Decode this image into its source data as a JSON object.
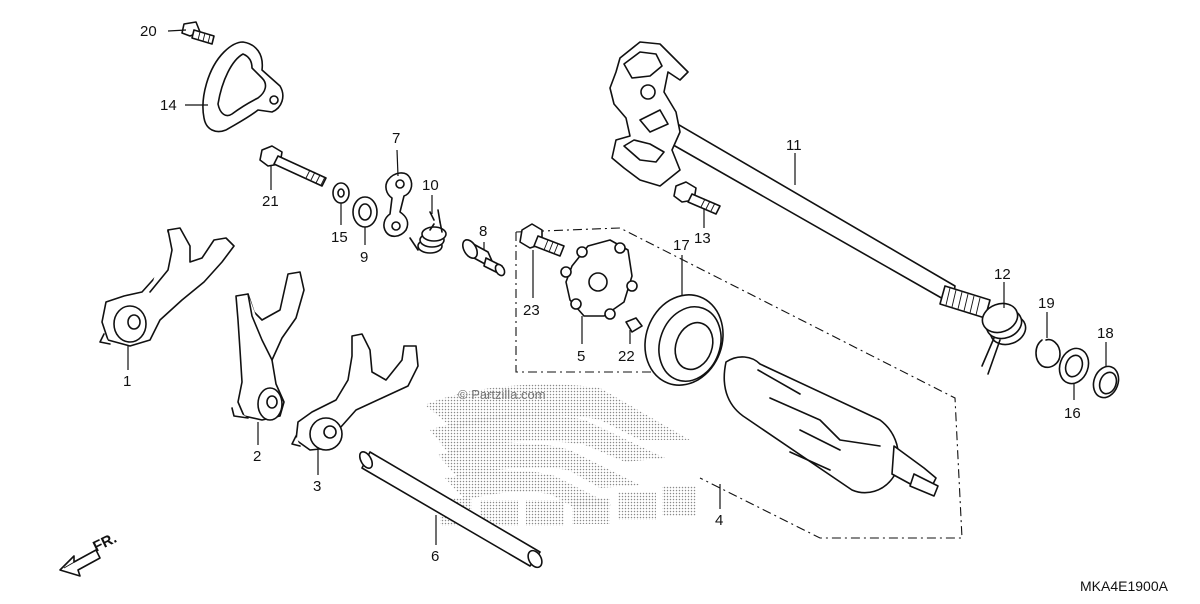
{
  "diagram_code": "MKA4E1900A",
  "watermark": "© Partzilla.com",
  "front_indicator": "FR.",
  "callouts": [
    "20",
    "14",
    "21",
    "15",
    "9",
    "7",
    "10",
    "8",
    "11",
    "13",
    "1",
    "2",
    "3",
    "6",
    "23",
    "5",
    "22",
    "17",
    "4",
    "12",
    "19",
    "16",
    "18"
  ]
}
